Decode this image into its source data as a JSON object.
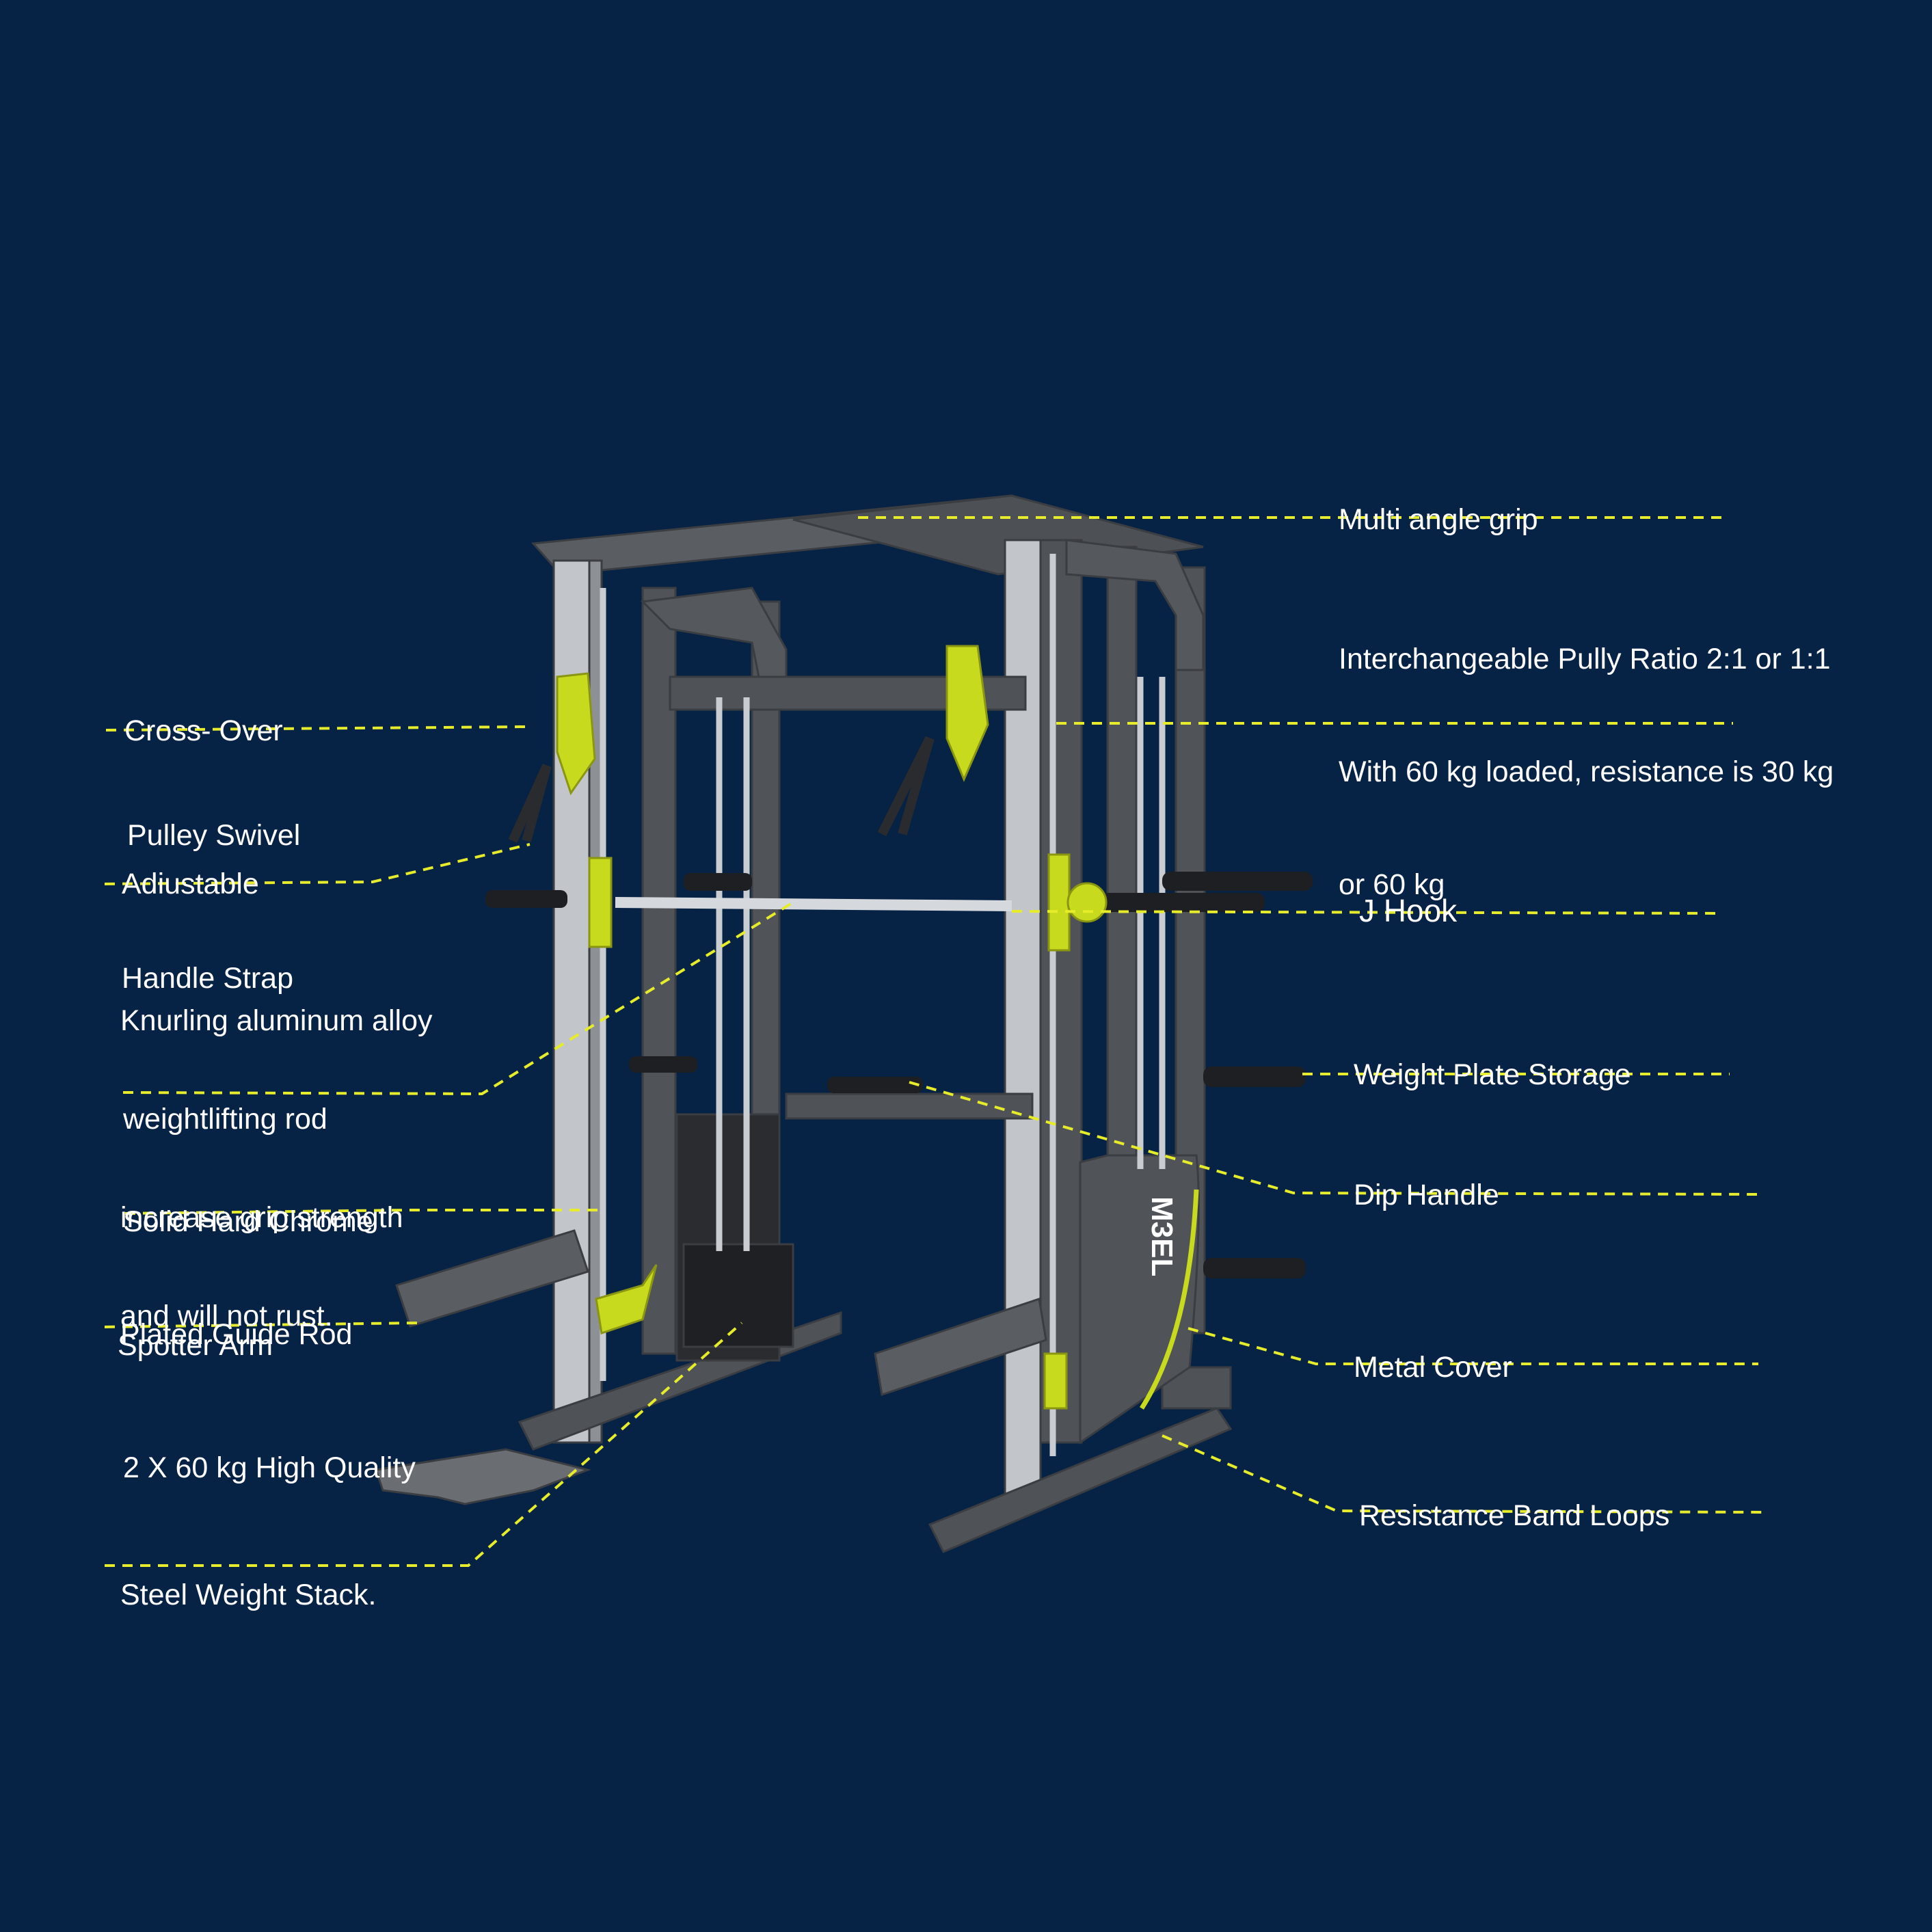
{
  "theme": {
    "background": "#062245",
    "leader_color": "#e6ec2a",
    "frame_color": "#55585d",
    "accent_color": "#c8da1d",
    "chrome_color": "#c9cdd2"
  },
  "product_logo": "M3EL",
  "callouts": {
    "multi_angle_grip": {
      "lines": [
        "Multi angle grip"
      ]
    },
    "pulley_ratio": {
      "lines": [
        "Interchangeable Pully Ratio 2:1 or 1:1",
        "With 60 kg loaded, resistance is 30 kg",
        "or 60 kg"
      ]
    },
    "j_hook": {
      "lines": [
        "J Hook"
      ]
    },
    "plate_storage": {
      "lines": [
        "Weight Plate Storage"
      ]
    },
    "dip_handle": {
      "lines": [
        "Dip Handle"
      ]
    },
    "metal_cover": {
      "lines": [
        "Metal Cover"
      ]
    },
    "band_loops": {
      "lines": [
        "Resistance Band Loops"
      ]
    },
    "cross_over_pulley": {
      "lines": [
        "Cross- Over",
        "Pulley Swivel"
      ]
    },
    "handle_strap": {
      "lines": [
        "Adiustable",
        "Handle Strap"
      ]
    },
    "knurling_rod": {
      "lines": [
        "Knurling aluminum alloy",
        "weightlifting rod",
        "increase grip strength",
        "and will not rust."
      ]
    },
    "guide_rod": {
      "lines": [
        "Solid Hard Chrome",
        "Plated Guide Rod"
      ]
    },
    "spotter_arm": {
      "lines": [
        "Spotter Arm"
      ]
    },
    "weight_stack": {
      "lines": [
        "2 X 60 kg High Quality",
        "Steel Weight Stack."
      ]
    }
  }
}
